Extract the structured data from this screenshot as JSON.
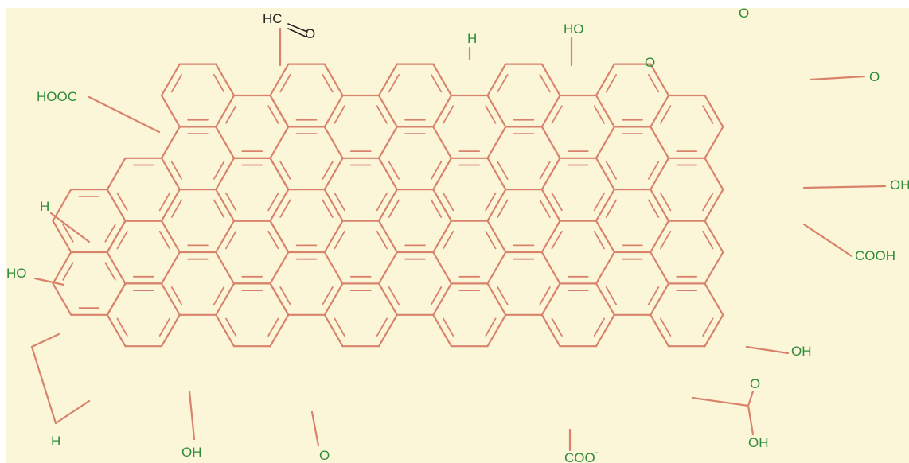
{
  "colors": {
    "background": "#fbf6d8",
    "bond": "#d9826c",
    "label_green": "#2e8b3a",
    "label_black": "#222222"
  },
  "labels": {
    "hooc": "HOOC",
    "hc_o_h": "HC",
    "hc_o_o": "O",
    "h_top": "H",
    "ho_top": "HO",
    "o_ring": "O",
    "o_quinone_top": "O",
    "o_quinone_right": "O",
    "oh_right": "OH",
    "cooh_right": "COOH",
    "oh_lower_right": "OH",
    "acid_o": "O",
    "acid_oh": "OH",
    "coo_minus": "COO",
    "coo_minus_sup": "-",
    "ketone_o": "O",
    "oh_bottom_left": "OH",
    "h_bottom_left": "H",
    "ho_left": "HO",
    "h_left": "H"
  }
}
